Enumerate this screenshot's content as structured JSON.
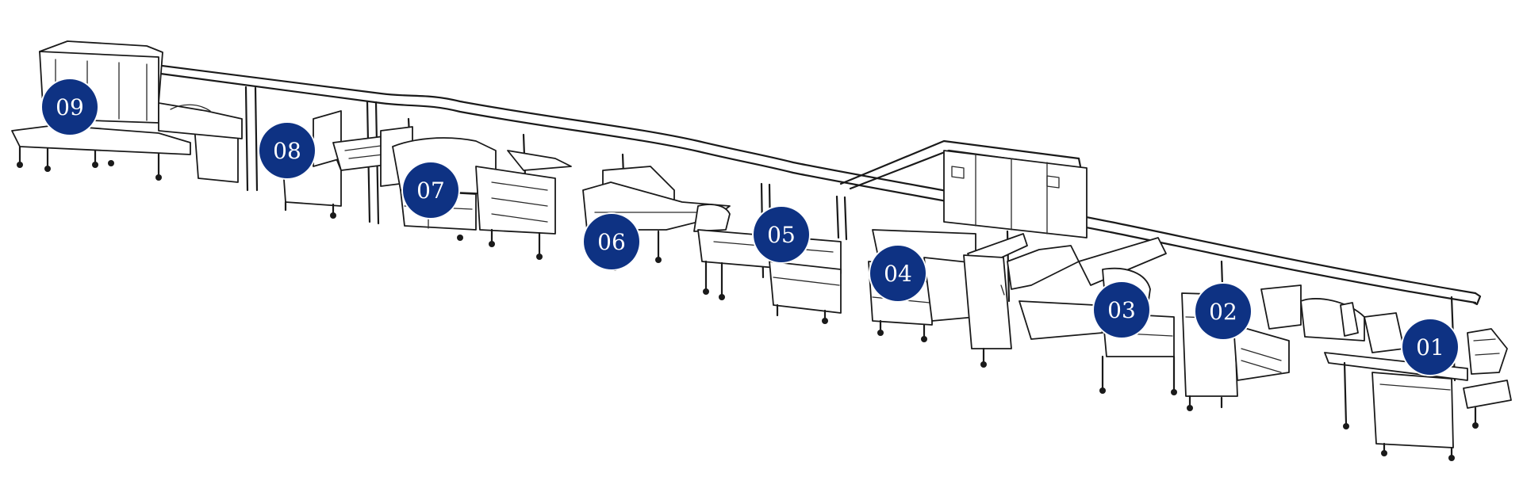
{
  "diagram": {
    "marker_color": "#0e3283",
    "line_color": "#1a1a1a",
    "stations": [
      {
        "id": "01",
        "label": "01"
      },
      {
        "id": "02",
        "label": "02"
      },
      {
        "id": "03",
        "label": "03"
      },
      {
        "id": "04",
        "label": "04"
      },
      {
        "id": "05",
        "label": "05"
      },
      {
        "id": "06",
        "label": "06"
      },
      {
        "id": "07",
        "label": "07"
      },
      {
        "id": "08",
        "label": "08"
      },
      {
        "id": "09",
        "label": "09"
      }
    ]
  }
}
